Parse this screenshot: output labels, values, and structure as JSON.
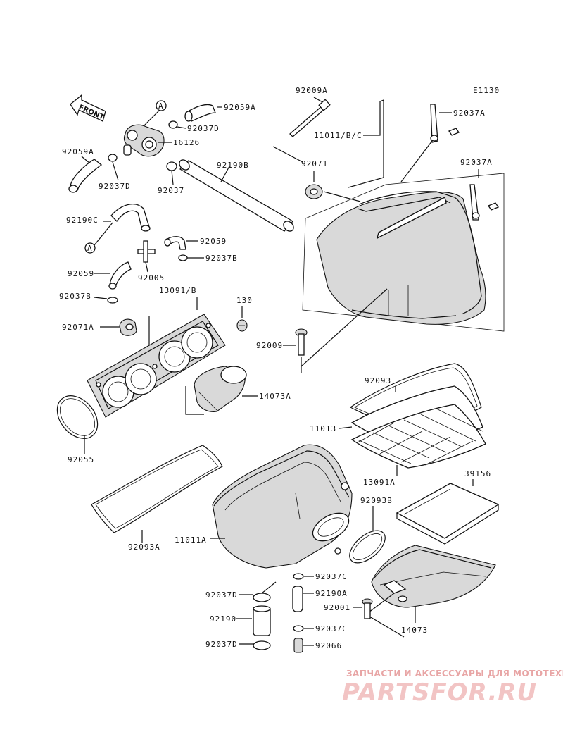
{
  "diagram": {
    "code": "E1130",
    "front_label": "FRONT",
    "ref_a": "A",
    "labels": {
      "p92009a": "92009A",
      "p92059a_top": "92059A",
      "p92037d_top": "92037D",
      "p16126": "16126",
      "p92059a_left": "92059A",
      "p92037d_left": "92037D",
      "p92037_left": "92037",
      "p92190b": "92190B",
      "p11011bc": "11011/B/C",
      "p92037a_top": "92037A",
      "p92071": "92071",
      "p92037a_mid": "92037A",
      "p92190c": "92190C",
      "p92059_mid": "92059",
      "p92037b_mid": "92037B",
      "p92059_left": "92059",
      "p92005": "92005",
      "p92037b_left": "92037B",
      "p13091b": "13091/B",
      "p130": "130",
      "p92071a": "92071A",
      "p92009": "92009",
      "p14073a": "14073A",
      "p92093": "92093",
      "p92055": "92055",
      "p11013": "11013",
      "p13091a": "13091A",
      "p39156": "39156",
      "p92093b": "92093B",
      "p11011a": "11011A",
      "p92093a": "92093A",
      "p92037c_top": "92037C",
      "p92037d_bot1": "92037D",
      "p92190a": "92190A",
      "p92001": "92001",
      "p92190": "92190",
      "p92037c_bot": "92037C",
      "p14073": "14073",
      "p92037d_bot2": "92037D",
      "p92066": "92066"
    }
  },
  "watermark": {
    "tagline": "ЗАПЧАСТИ И АКСЕССУАРЫ ДЛЯ МОТОТЕХНИКИ",
    "logo": "PARTSFOR.RU"
  }
}
